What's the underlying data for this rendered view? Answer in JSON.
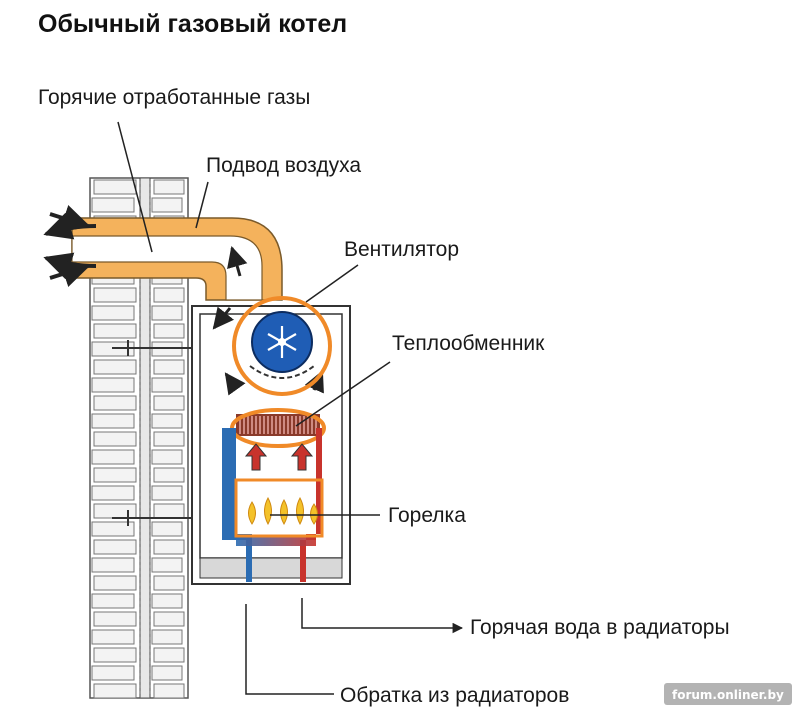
{
  "title": "Обычный газовый котел",
  "labels": {
    "exhaust": "Горячие отработанные газы",
    "air_intake": "Подвод воздуха",
    "fan": "Вентилятор",
    "heat_exchanger": "Теплообменник",
    "burner": "Горелка",
    "hot_water": "Горячая вода в радиаторы",
    "return_water": "Обратка из радиаторов"
  },
  "watermark": "forum.onliner.by",
  "colors": {
    "pipe": "#f4b25c",
    "pipe_outline": "#7a5a2a",
    "highlight": "#f08a28",
    "fan": "#1f5db5",
    "hot": "#c8332c",
    "cold": "#2b6cb3",
    "flame": "#f4c22a"
  },
  "icons": [
    "fan-icon",
    "flame-icon",
    "arrow-icon"
  ]
}
